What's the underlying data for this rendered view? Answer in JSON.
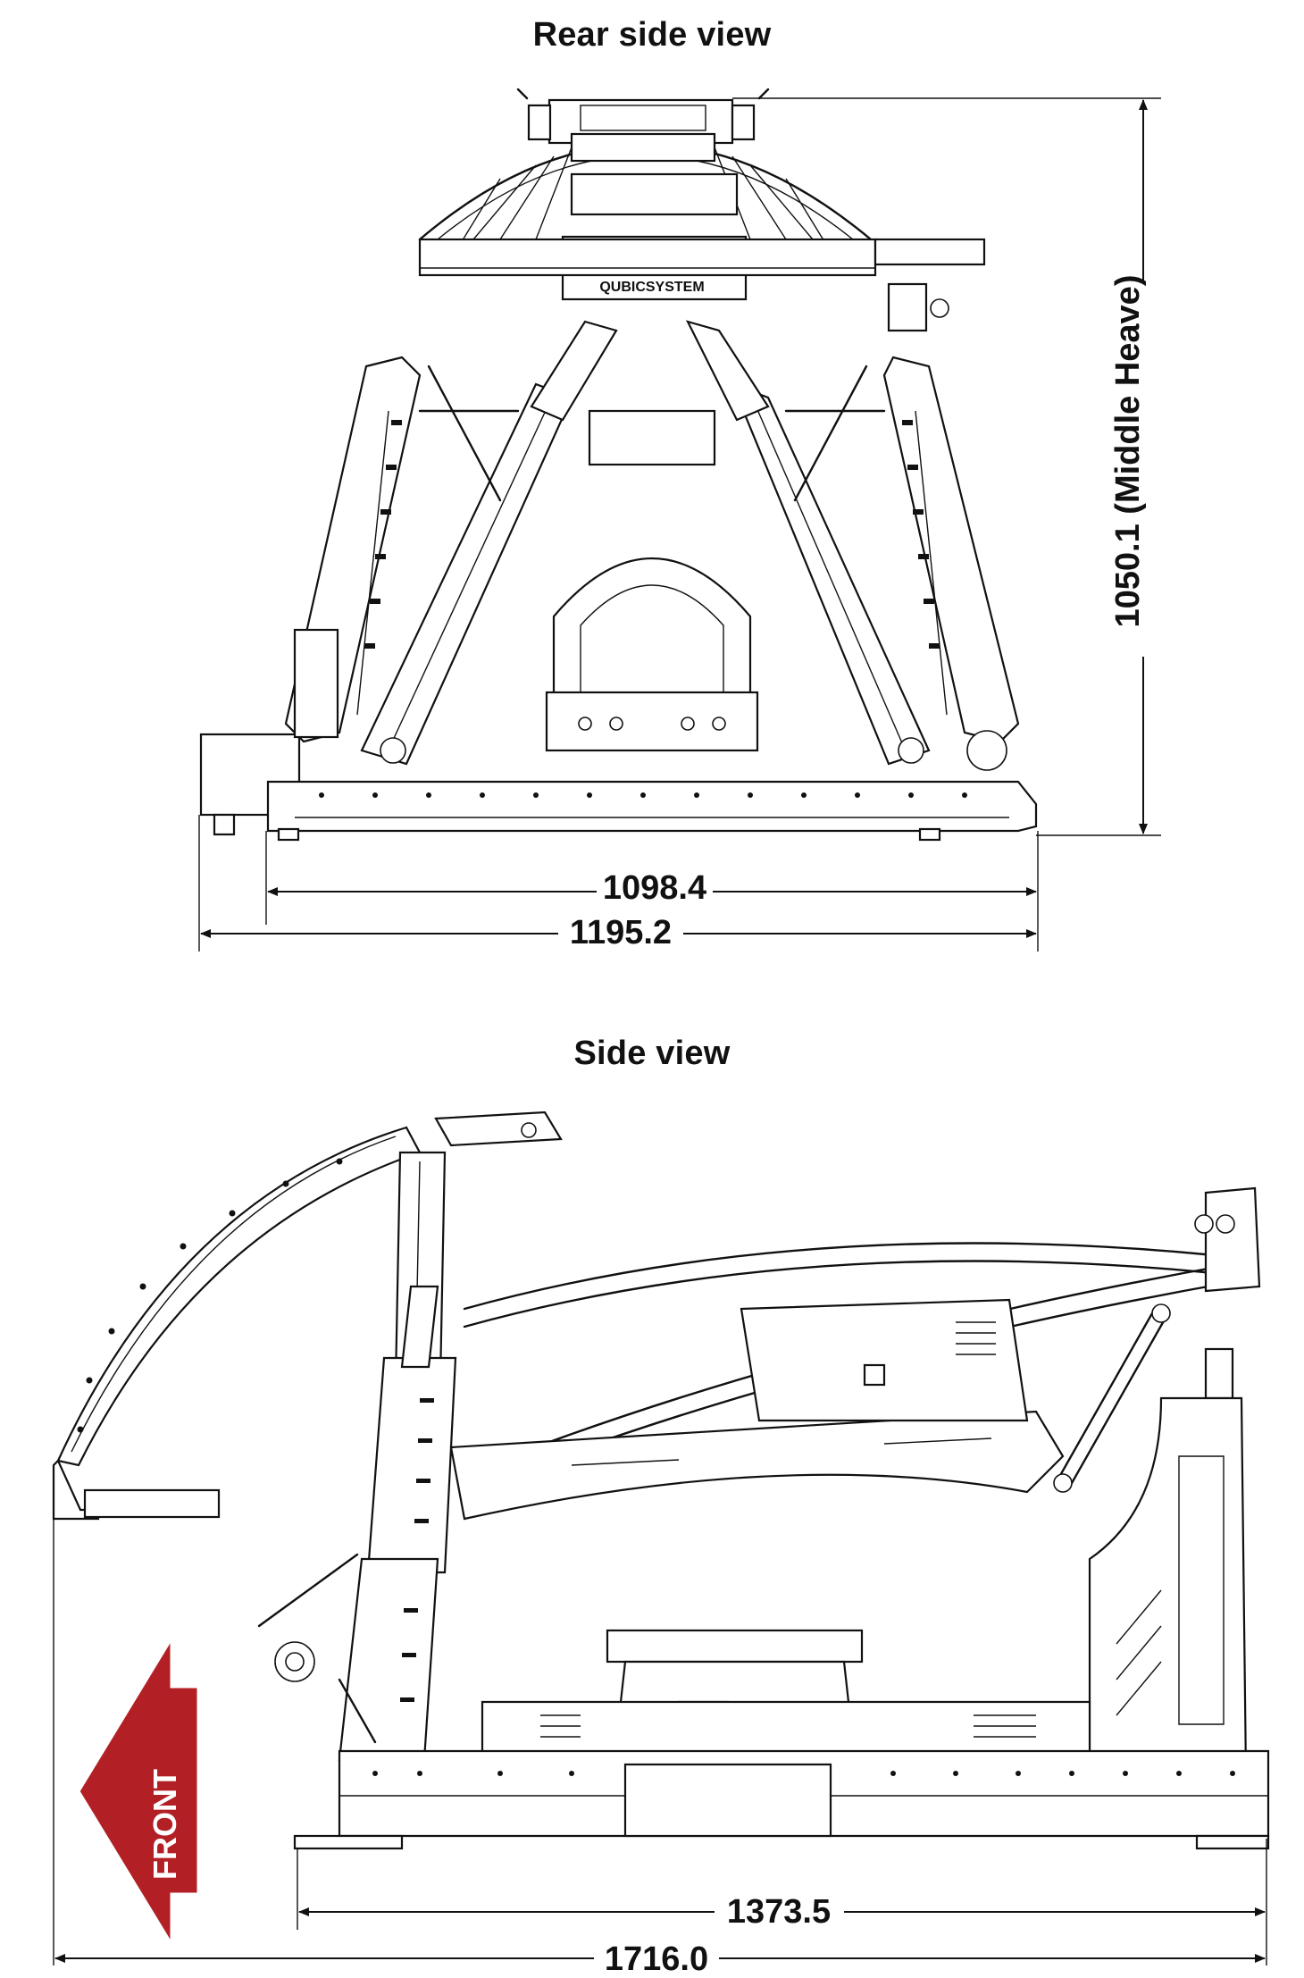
{
  "views": {
    "rear": {
      "title": "Rear side view",
      "logo_text": "QUBICSYSTEM",
      "dim_inner_width": "1098.4",
      "dim_outer_width": "1195.2",
      "dim_height": "1050.1 (Middle Heave)"
    },
    "side": {
      "title": "Side view",
      "dim_inner_length": "1373.5",
      "dim_outer_length": "1716.0",
      "front_label": "FRONT",
      "front_color": "#b22025"
    }
  }
}
